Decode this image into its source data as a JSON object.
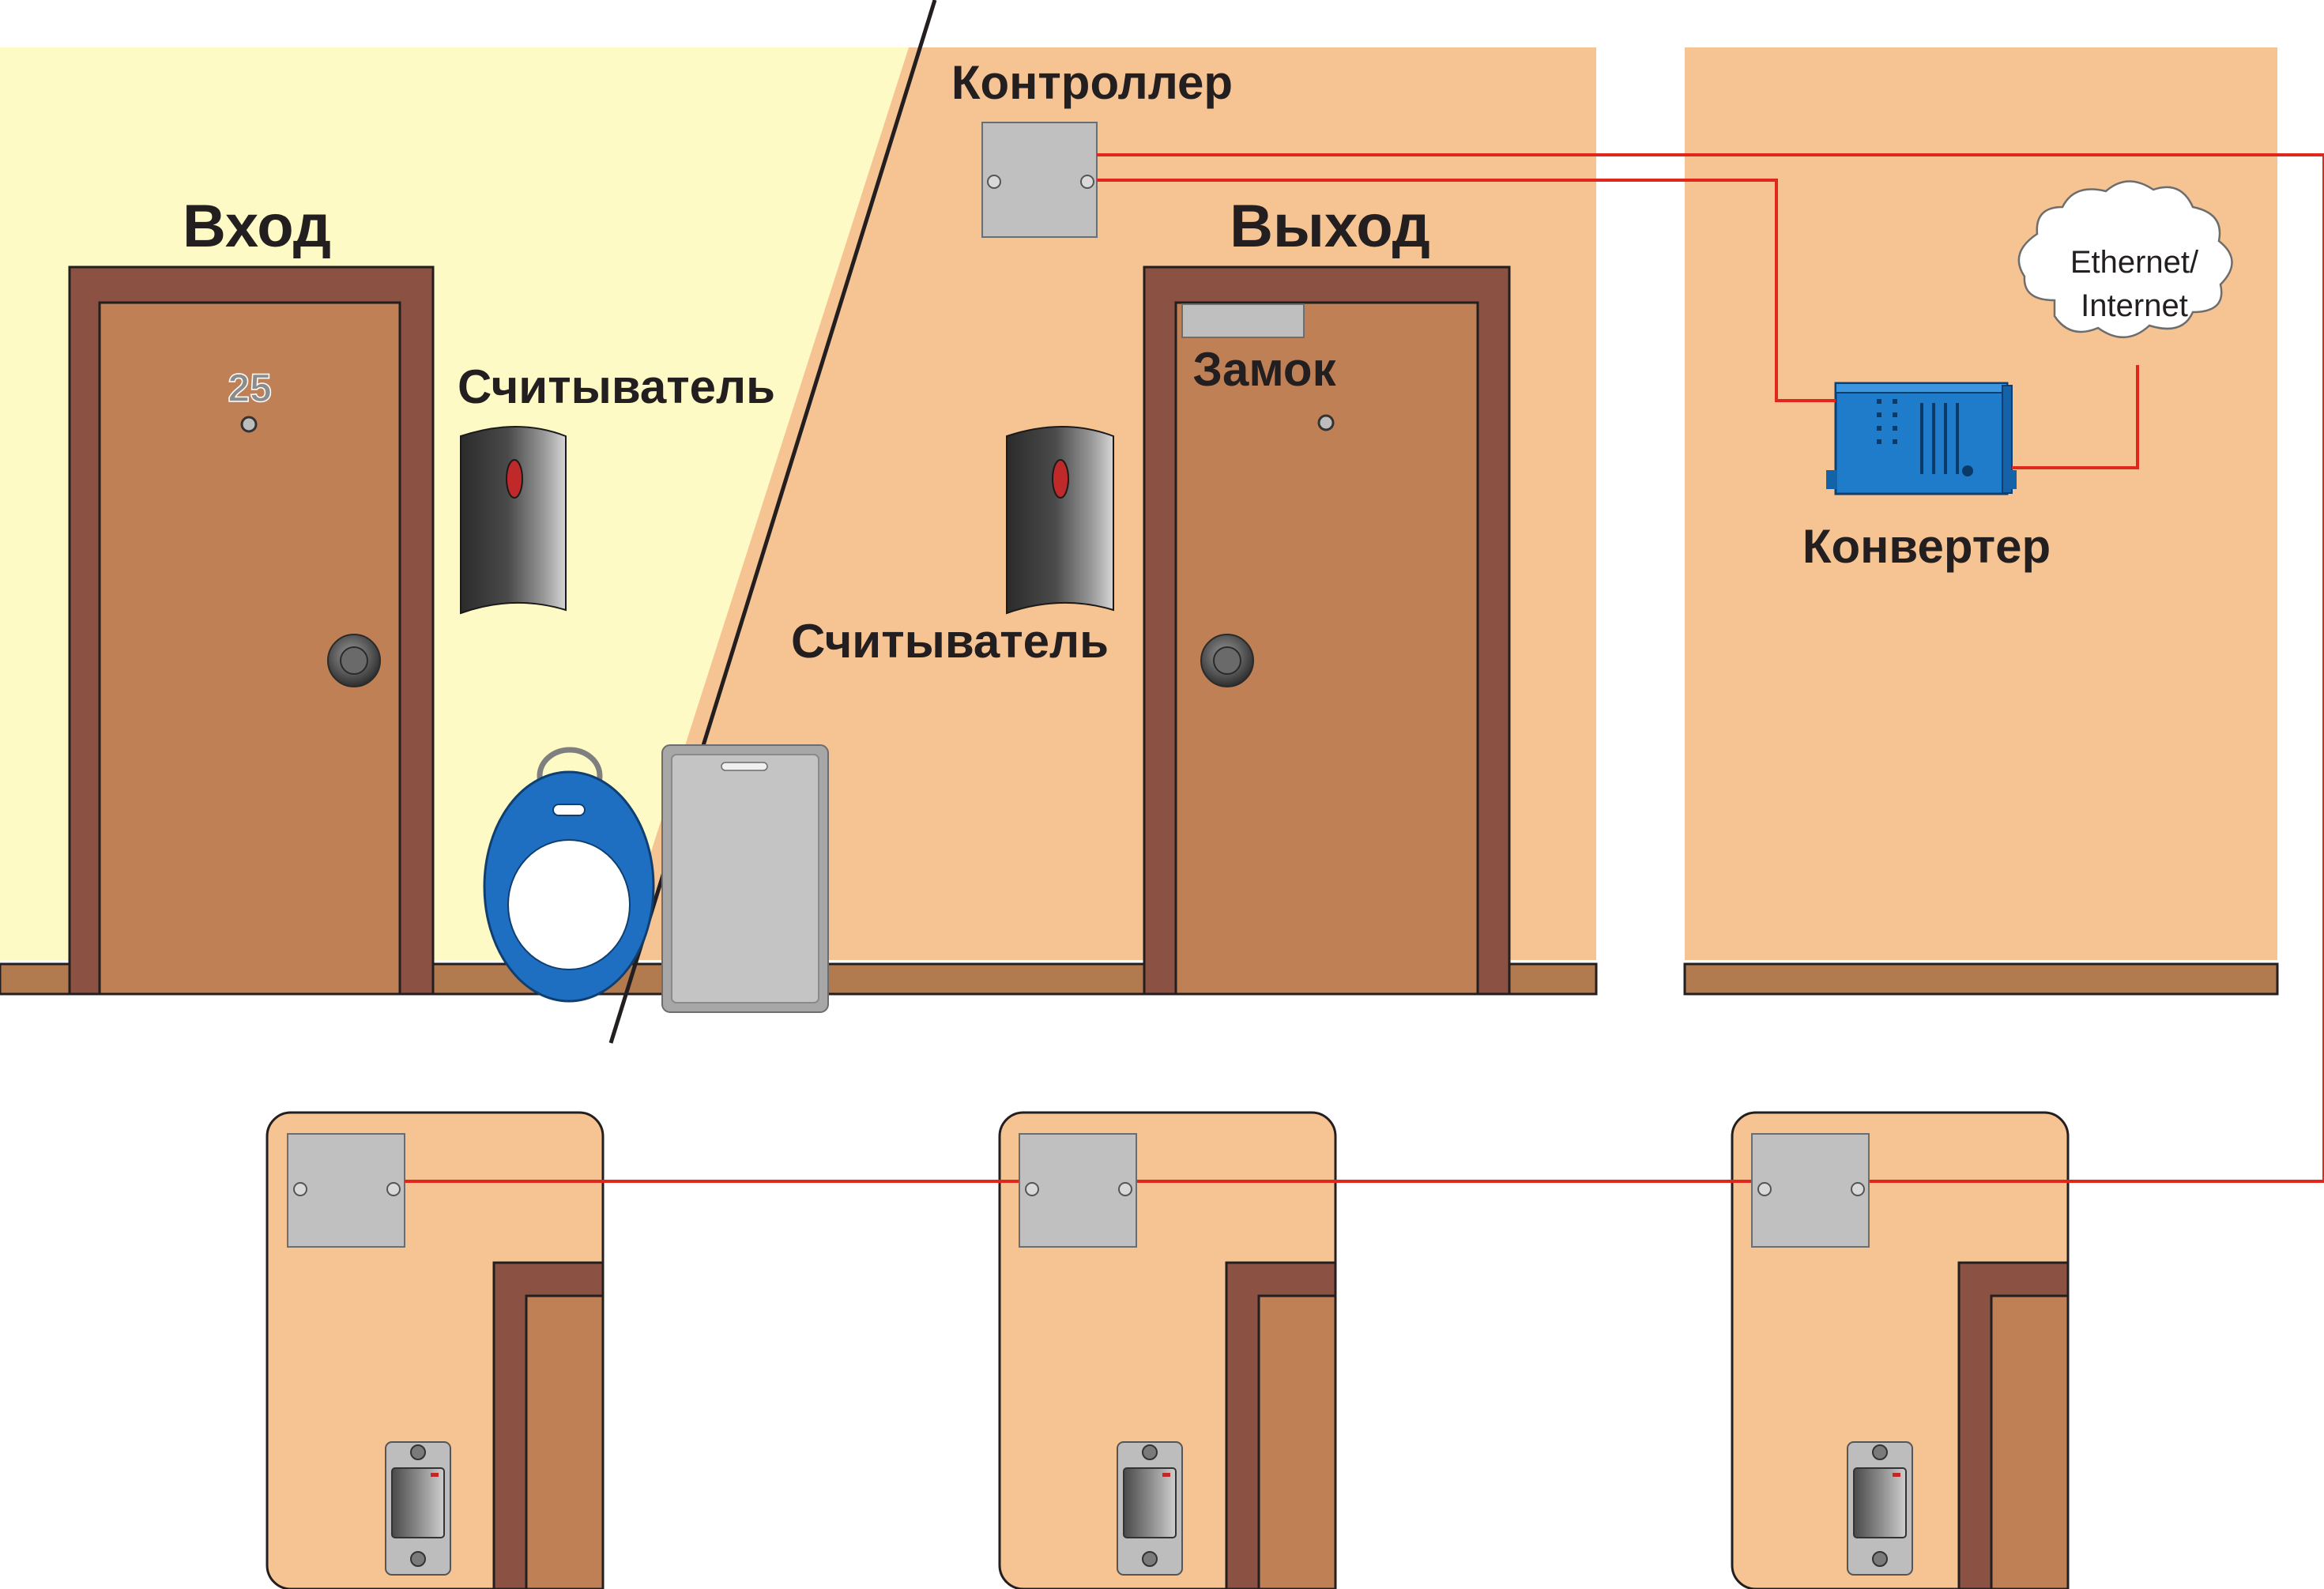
{
  "labels": {
    "entrance": "Вход",
    "exit": "Выход",
    "reader_left": "Считыватель",
    "reader_right": "Считыватель",
    "controller": "Контроллер",
    "lock": "Замок",
    "converter": "Конвертер",
    "door_number": "25",
    "cloud_line1": "Ethernet/",
    "cloud_line2": "Internet"
  },
  "colors": {
    "corridor_wall": "#fefac5",
    "room_wall": "#f6c493",
    "door": "#bf8056",
    "door_frame": "#8b5142",
    "wire": "#e1261c",
    "converter": "#1e7ccb",
    "keyfob": "#1e6fc1"
  },
  "icons": [
    "controller-box-icon",
    "card-reader-icon",
    "keyfob-icon",
    "proximity-card-icon",
    "converter-icon",
    "cloud-icon",
    "lock-icon",
    "door-handle-icon"
  ]
}
